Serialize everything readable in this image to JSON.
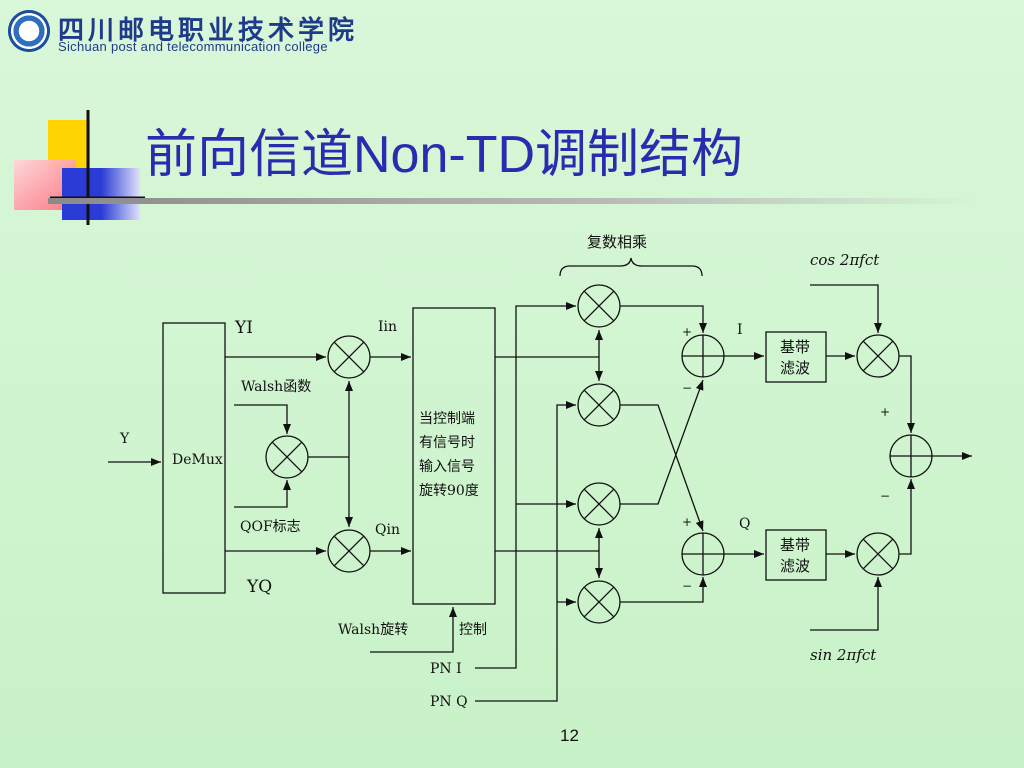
{
  "header": {
    "school_cn": "四川邮电职业技术学院",
    "school_en": "Sichuan  post and telecommunication college"
  },
  "title": "前向信道Non-TD调制结构",
  "page_number": "12",
  "icons": {
    "logo": "college-seal-icon",
    "multiplier": "circle-x-multiplier-icon",
    "adder": "circle-plus-adder-icon"
  },
  "colors": {
    "title": "#2b2bb0",
    "background": "#d9f7d9",
    "lines": "#111111"
  },
  "diagram": {
    "complex_mult_label": "复数相乘",
    "cos_label": "cos 2πfct",
    "sin_label": "sin 2πfct",
    "demux_label": "DeMux",
    "input_label": "Y",
    "yi_label": "YI",
    "yq_label": "YQ",
    "walsh_func_label": "Walsh函数",
    "qof_label": "QOF标志",
    "iin_label": "Iin",
    "qin_label": "Qin",
    "rotator_lines": [
      "当控制端",
      "有信号时",
      "输入信号",
      "旋转90度"
    ],
    "walsh_rotate_label": "Walsh旋转",
    "control_label": "控制",
    "pn_i_label": "PN I",
    "pn_q_label": "PN Q",
    "i_label": "I",
    "q_label": "Q",
    "lpf_lines": [
      "基带",
      "滤波"
    ],
    "plus": "+",
    "minus": "−"
  }
}
